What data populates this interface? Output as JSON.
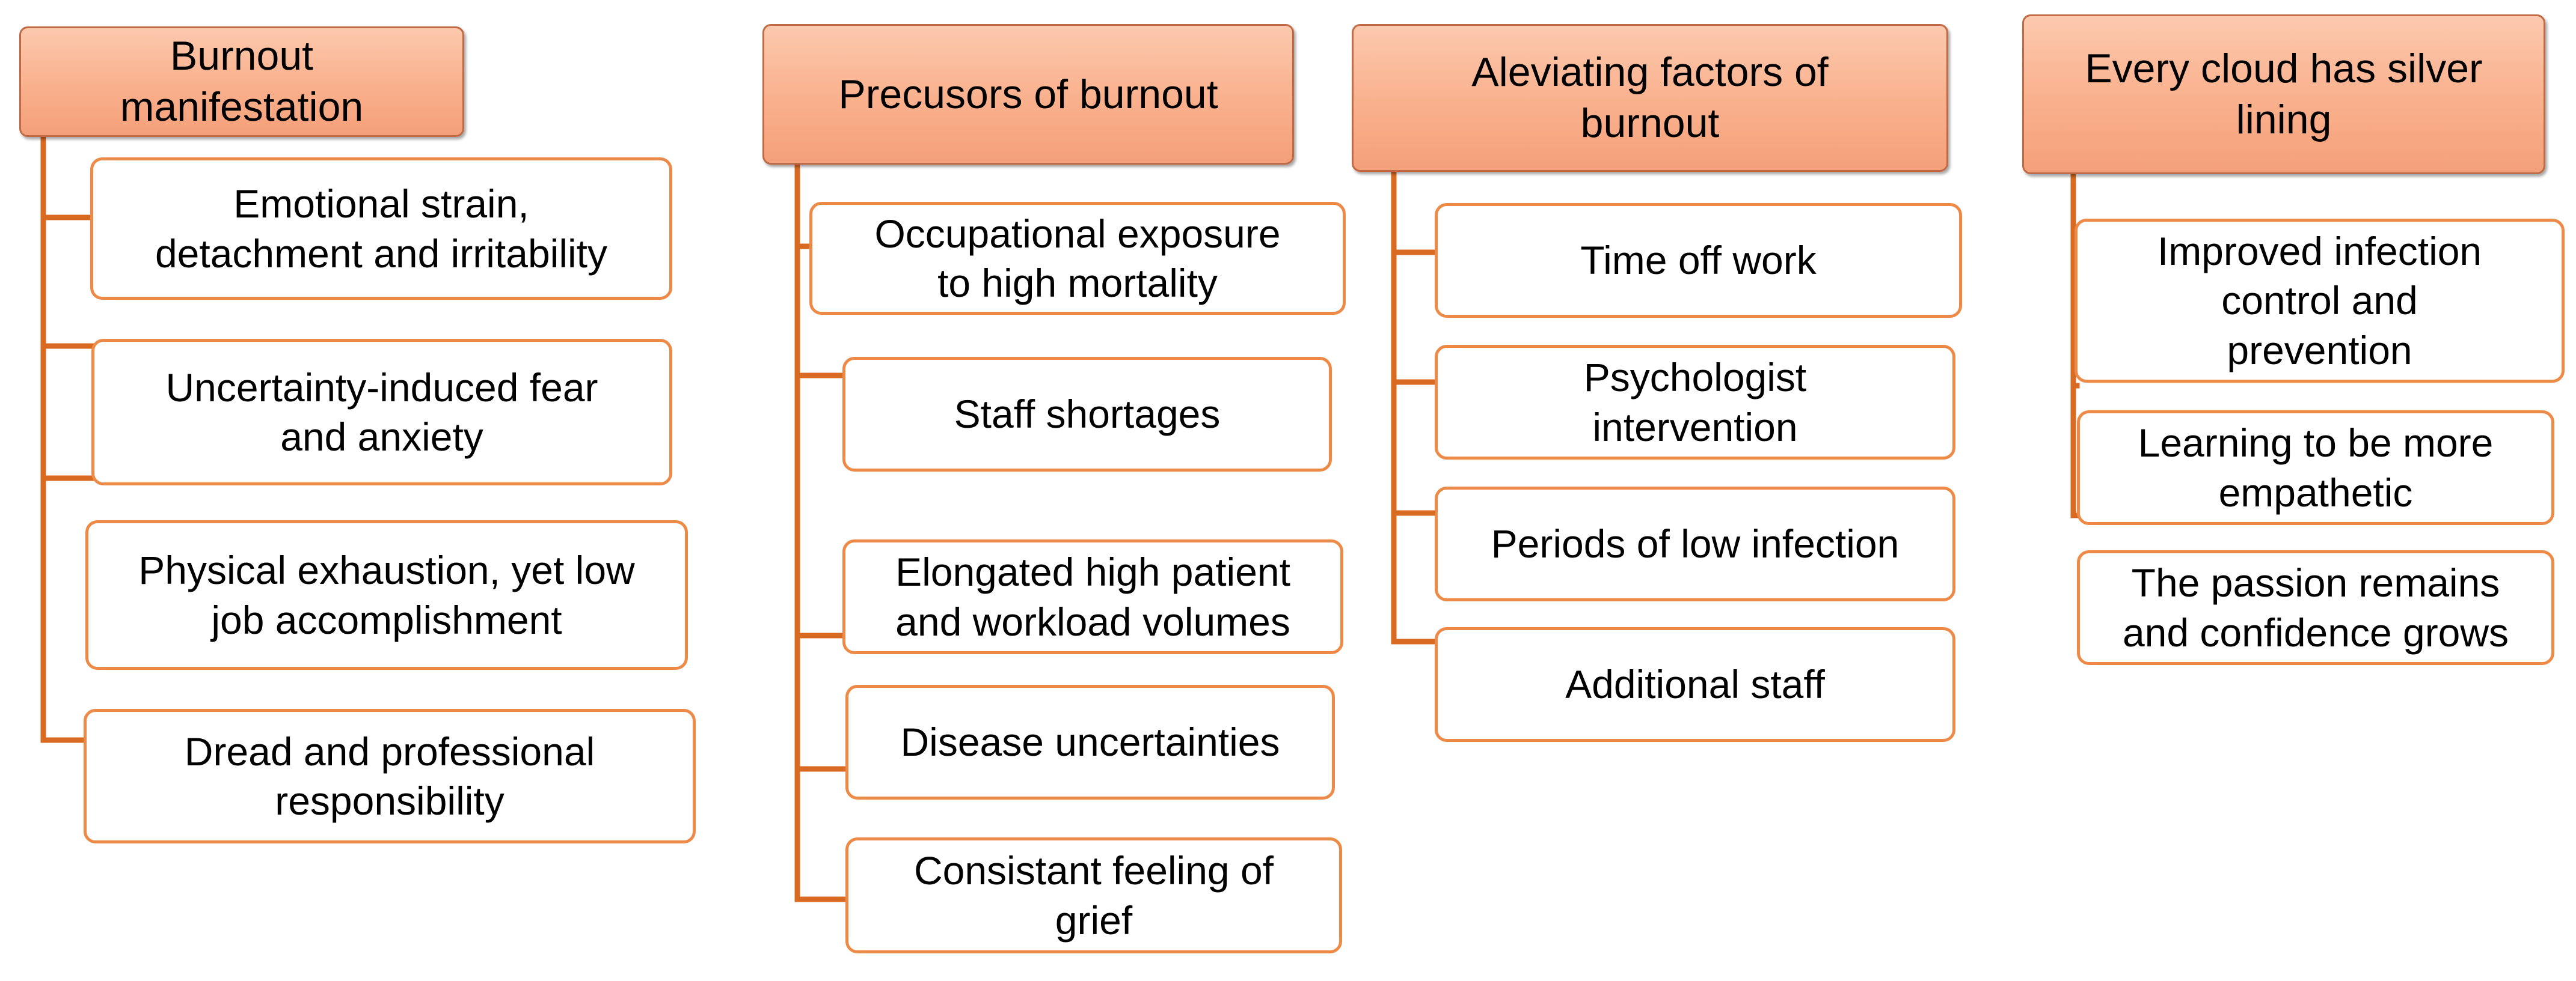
{
  "colors": {
    "connector": "#d86a22",
    "item_border": "#ee8a47",
    "header_fill": "#f9b08c",
    "header_border": "#bf6a45"
  },
  "columns": [
    {
      "header": "Burnout\nmanifestation",
      "items": [
        "Emotional strain,\ndetachment and irritability",
        "Uncertainty-induced fear\nand anxiety",
        "Physical exhaustion, yet low\njob accomplishment",
        "Dread and professional\nresponsibility"
      ]
    },
    {
      "header": "Precusors of burnout",
      "items": [
        "Occupational exposure\nto high mortality",
        "Staff shortages",
        "Elongated high patient\nand workload volumes",
        "Disease uncertainties",
        "Consistant feeling of\ngrief"
      ]
    },
    {
      "header": "Aleviating factors of\nburnout",
      "items": [
        "Time off work",
        "Psychologist\nintervention",
        "Periods of low infection",
        "Additional staff"
      ]
    },
    {
      "header": "Every cloud has silver\nlining",
      "items": [
        "Improved infection\ncontrol and\nprevention",
        "Learning to be more\nempathetic",
        "The passion remains\nand confidence grows"
      ]
    }
  ]
}
